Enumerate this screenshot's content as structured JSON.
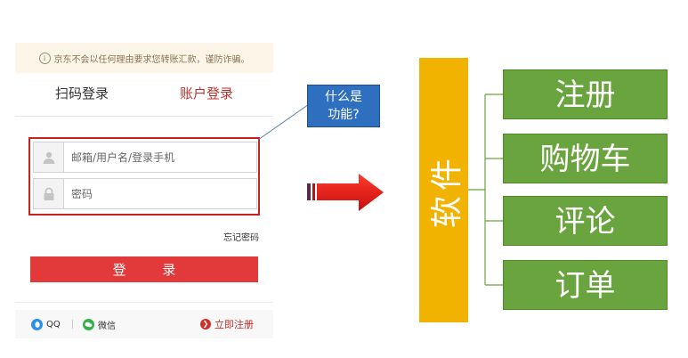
{
  "login": {
    "notice": "京东不会以任何理由要求您转账汇款，谨防诈骗。",
    "tabs": [
      "扫码登录",
      "账户登录"
    ],
    "username_placeholder": "邮箱/用户名/登录手机",
    "password_placeholder": "密码",
    "forgot_password": "忘记密码",
    "login_button": "登 录",
    "qq": "QQ",
    "wechat": "微信",
    "register": "立即注册"
  },
  "callout": {
    "text_line1": "什么是",
    "text_line2": "功能?"
  },
  "mindmap": {
    "root": "软件",
    "children": [
      "注册",
      "购物车",
      "评论",
      "订单"
    ]
  },
  "colors": {
    "highlight_border": "#c9211e",
    "login_button": "#e2393a",
    "arrow": "#e3120b",
    "callout_bg": "#2e6fc0",
    "root_bg": "#f2b300",
    "child_bg": "#6aa43f",
    "connector": "#6aa43f"
  }
}
